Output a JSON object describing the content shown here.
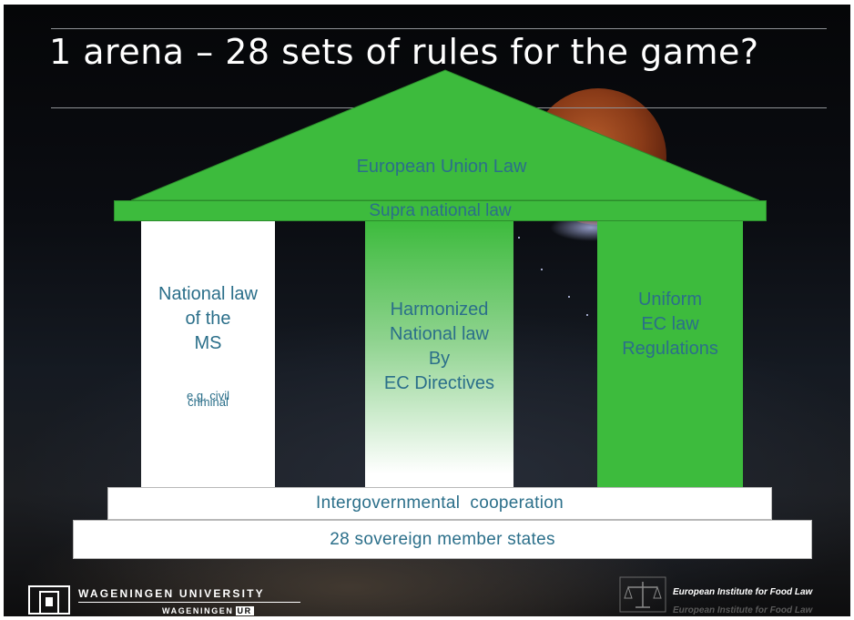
{
  "slide": {
    "title": "1 arena – 28 sets of rules for the game?"
  },
  "diagram": {
    "roof_label": "European Union Law",
    "beam_label": "Supra national law",
    "columns": [
      {
        "lines": [
          "National law",
          "of the",
          "MS"
        ],
        "note_lines": [
          "e.g. civil",
          "criminal"
        ]
      },
      {
        "lines": [
          "Harmonized",
          "National law",
          "By",
          "EC Directives"
        ]
      },
      {
        "lines": [
          "Uniform",
          "EC law",
          "Regulations"
        ]
      }
    ],
    "upper_step": "Intergovernmental  cooperation",
    "base_step": "28 sovereign member states",
    "colors": {
      "green": "#3dbb3d",
      "text": "#2b6f8a",
      "dark": "#0b0d12"
    }
  },
  "footer": {
    "university": "WAGENINGEN UNIVERSITY",
    "university_sub": "WAGENINGEN",
    "university_badge": "UR",
    "institute_line1": "European Institute for Food Law",
    "institute_line2": "European Institute for Food Law"
  }
}
